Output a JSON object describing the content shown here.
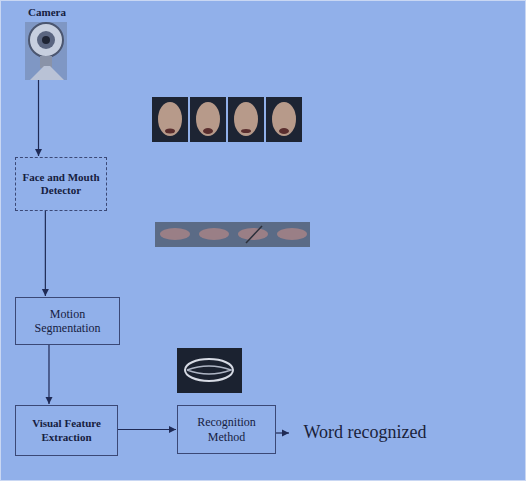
{
  "diagram": {
    "nodes": [
      {
        "text": [
          "Camera"
        ]
      },
      {
        "text": [
          "Face and Mouth Detector"
        ]
      },
      {
        "text": [
          "Motion Segmentation"
        ]
      },
      {
        "text": [
          "Visual Feature Extraction"
        ]
      },
      {
        "text": [
          "Recognition Method"
        ]
      },
      {
        "text": [
          "Word recognized"
        ]
      }
    ],
    "edges": [
      {
        "from": 0,
        "to": 1,
        "arrow": "to"
      },
      {
        "from": 1,
        "to": 2,
        "arrow": "to"
      },
      {
        "from": 2,
        "to": 3,
        "arrow": "to"
      },
      {
        "from": 3,
        "to": 4,
        "arrow": "to"
      },
      {
        "from": 4,
        "to": 5,
        "arrow": "to"
      }
    ]
  }
}
